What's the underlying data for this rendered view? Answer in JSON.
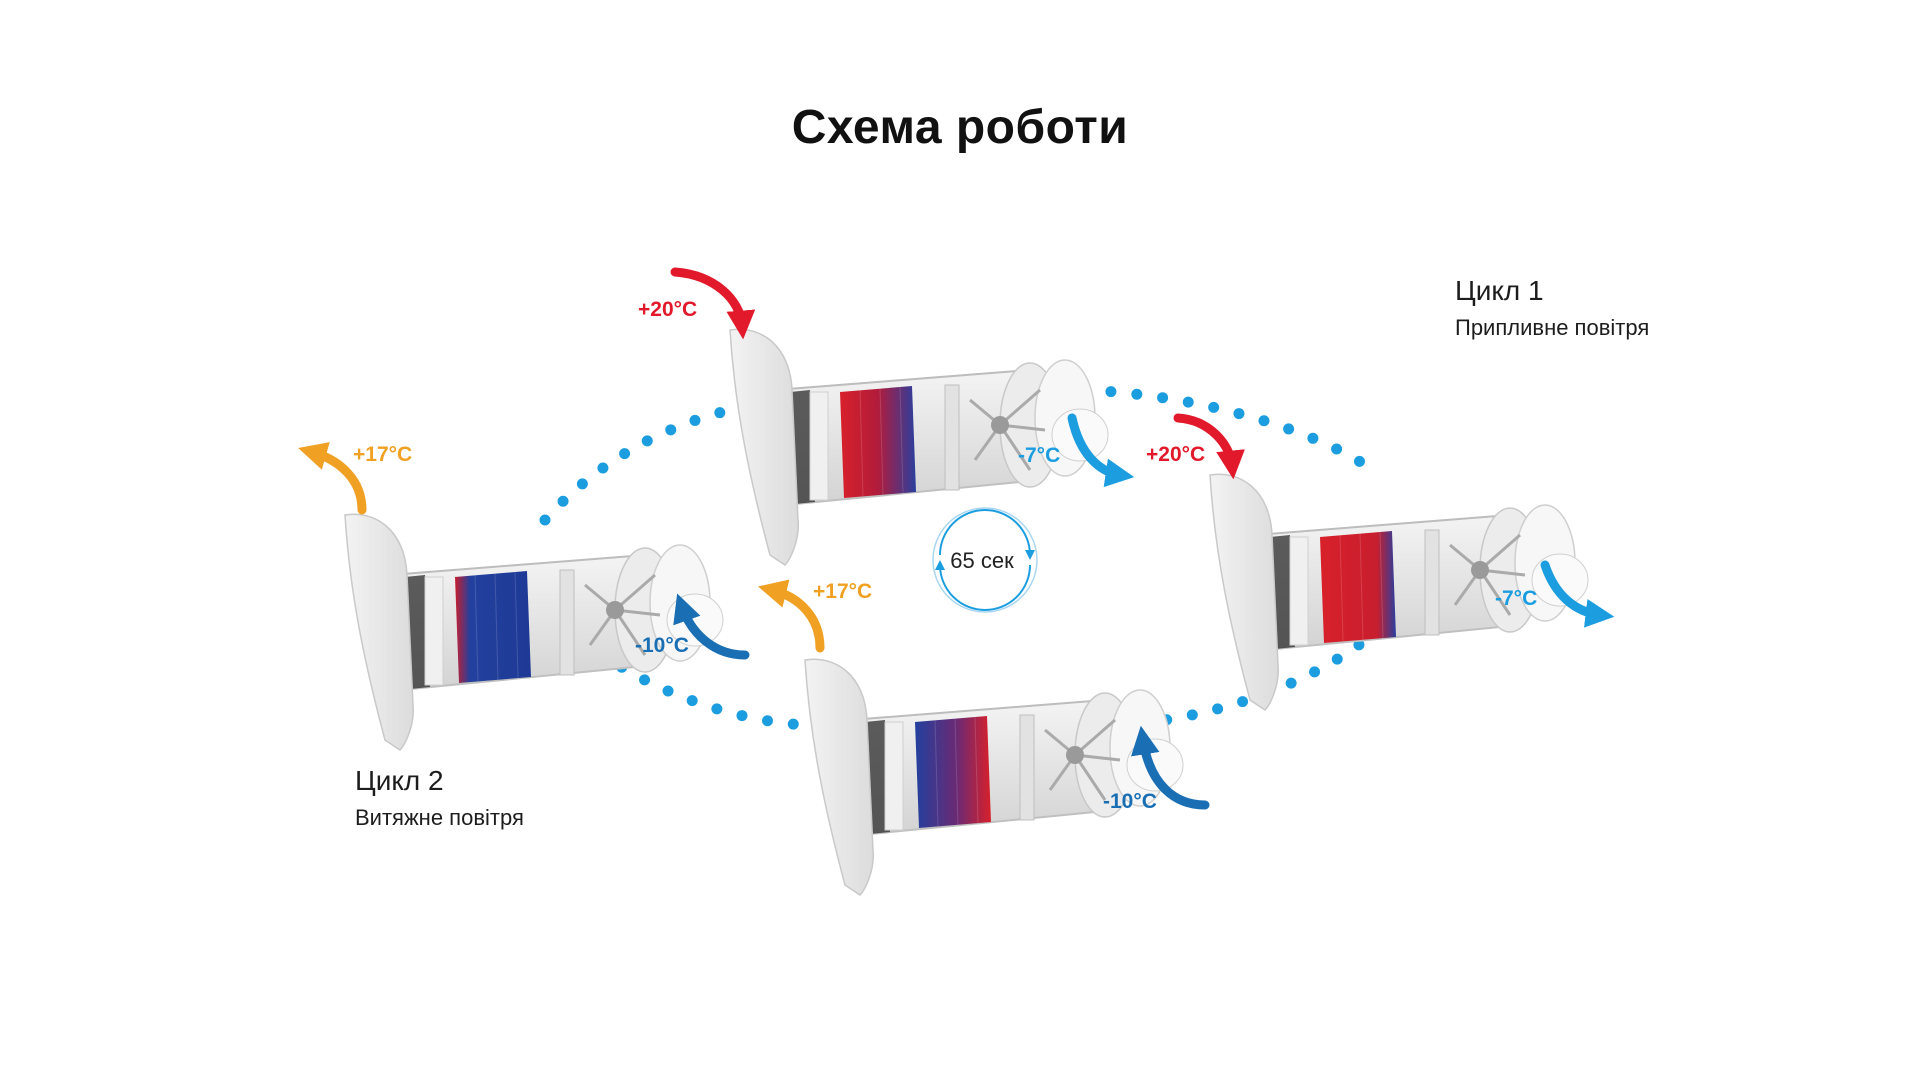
{
  "title": "Схема роботи",
  "cycle1": {
    "title": "Цикл 1",
    "subtitle": "Припливне повітря"
  },
  "cycle2": {
    "title": "Цикл 2",
    "subtitle": "Витяжне повітря"
  },
  "timer": "65 сек",
  "temperatures": {
    "top_unit_in": "+20°C",
    "top_unit_out": "-7°C",
    "right_unit_in": "+20°C",
    "right_unit_out": "-7°C",
    "left_unit_out": "+17°C",
    "left_unit_in": "-10°C",
    "bottom_unit_out": "+17°C",
    "bottom_unit_in": "-10°C"
  },
  "colors": {
    "warm_supply": "#e1192b",
    "warm_exhaust": "#f0a022",
    "cold_light": "#1b9de0",
    "cold_dark": "#1a6fb4",
    "dots": "#1b9de0"
  }
}
